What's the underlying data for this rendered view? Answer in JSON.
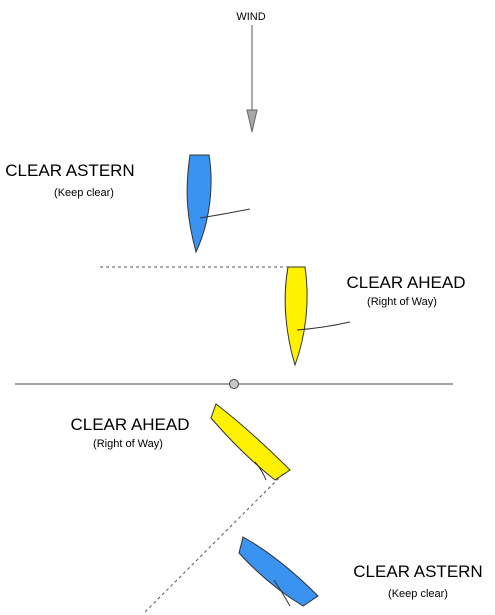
{
  "wind": {
    "label": "WIND"
  },
  "colors": {
    "blue_boat": "#3a93f0",
    "yellow_boat": "#fff200",
    "outline": "#333333",
    "line": "#555555",
    "arrowhead": "#a8a8a8",
    "mark": "#c8c8c8"
  },
  "top_scenario": {
    "astern": {
      "title": "CLEAR ASTERN",
      "note": "(Keep clear)"
    },
    "ahead": {
      "title": "CLEAR AHEAD",
      "note": "(Right of Way)"
    }
  },
  "bottom_scenario": {
    "ahead": {
      "title": "CLEAR AHEAD",
      "note": "(Right of Way)"
    },
    "astern": {
      "title": "CLEAR ASTERN",
      "note": "(Keep clear)"
    }
  }
}
